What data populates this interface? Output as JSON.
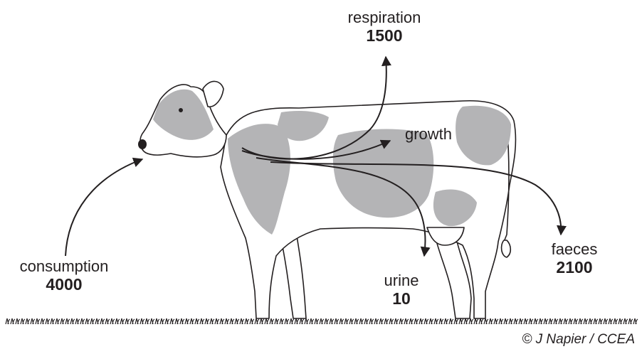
{
  "labels": {
    "respiration": {
      "name": "respiration",
      "value": "1500"
    },
    "growth": {
      "name": "growth"
    },
    "consumption": {
      "name": "consumption",
      "value": "4000"
    },
    "urine": {
      "name": "urine",
      "value": "10"
    },
    "faeces": {
      "name": "faeces",
      "value": "2100"
    }
  },
  "credit": "© J Napier / CCEA",
  "colors": {
    "patch": "#b4b4b6",
    "outline": "#231f20",
    "background": "#ffffff"
  }
}
